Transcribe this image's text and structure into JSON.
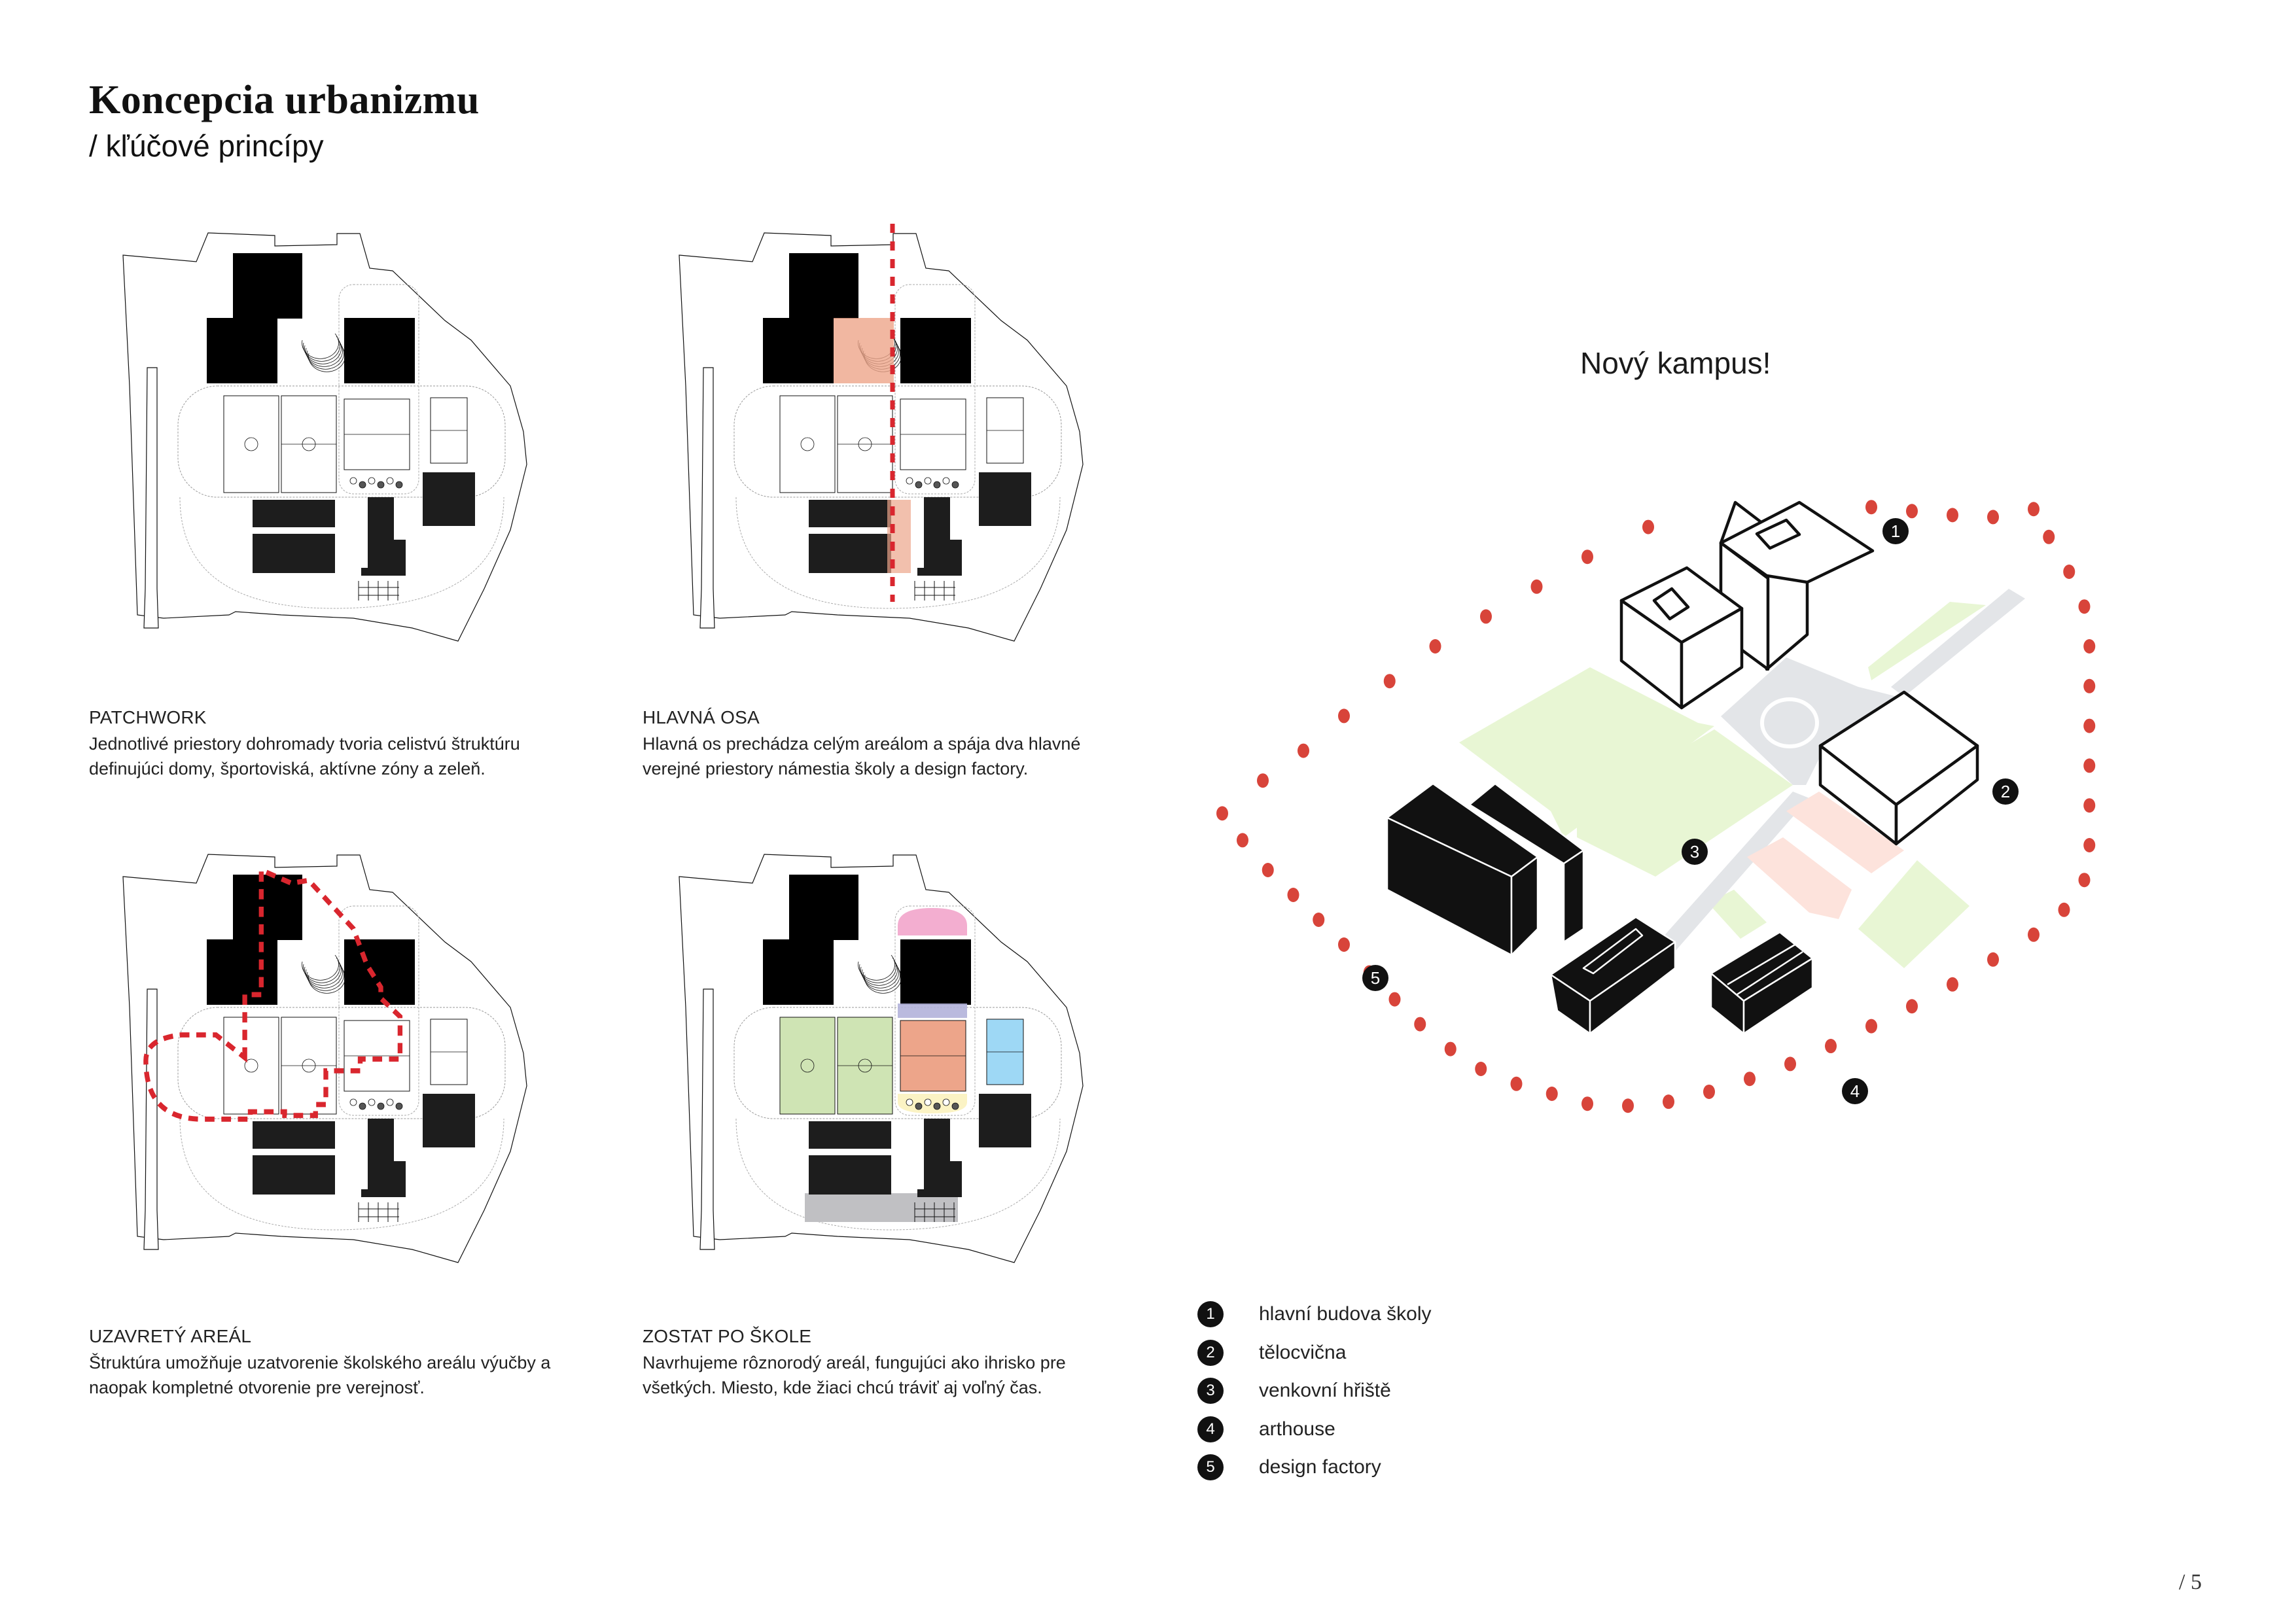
{
  "header": {
    "title": "Koncepcia urbanizmu",
    "subtitle": "/ kľúčové princípy"
  },
  "principles": [
    {
      "heading": "PATCHWORK",
      "text": "Jednotlivé priestory dohromady tvoria celistvú štruktúru definujúci domy, športoviská, aktívne zóny a zeleň."
    },
    {
      "heading": "HLAVNÁ OSA",
      "text": "Hlavná os prechádza celým areálom a spája dva hlavné verejné priestory námestia školy a design factory."
    },
    {
      "heading": "UZAVRETÝ AREÁL",
      "text": "Štruktúra umožňuje uzatvorenie školského areálu výučby a naopak kompletné otvorenie pre verejnosť."
    },
    {
      "heading": "ZOSTAT PO ŠKOLE",
      "text": "Navrhujeme rôznorodý areál, fungujúci ako ihrisko pre všetkých. Miesto, kde žiaci chcú tráviť aj voľný čas."
    }
  ],
  "axonometric": {
    "title": "Nový kampus!",
    "markers": [
      "1",
      "2",
      "3",
      "4",
      "5"
    ]
  },
  "legend": [
    {
      "num": "1",
      "label": "hlavní budova školy"
    },
    {
      "num": "2",
      "label": "tělocvična"
    },
    {
      "num": "3",
      "label": "venkovní hřiště"
    },
    {
      "num": "4",
      "label": "arthouse"
    },
    {
      "num": "5",
      "label": "design factory"
    }
  ],
  "colors": {
    "accent_red": "#d8443a",
    "axis_red": "#d9262e",
    "building_black": "#111111",
    "green_field": "#cfe4b4",
    "salmon_court": "#eda58a",
    "blue_court": "#9ed8f5",
    "pink_zone": "#f3aed0",
    "yellow_zone": "#fbf3c4",
    "lavender_zone": "#b3b3da",
    "grey_zone": "#c0c0c3",
    "axo_green": "#e8f6d4",
    "axo_grey": "#e3e5e8",
    "axo_pink": "#fde3dc"
  },
  "footer": {
    "page": "/ 5"
  }
}
